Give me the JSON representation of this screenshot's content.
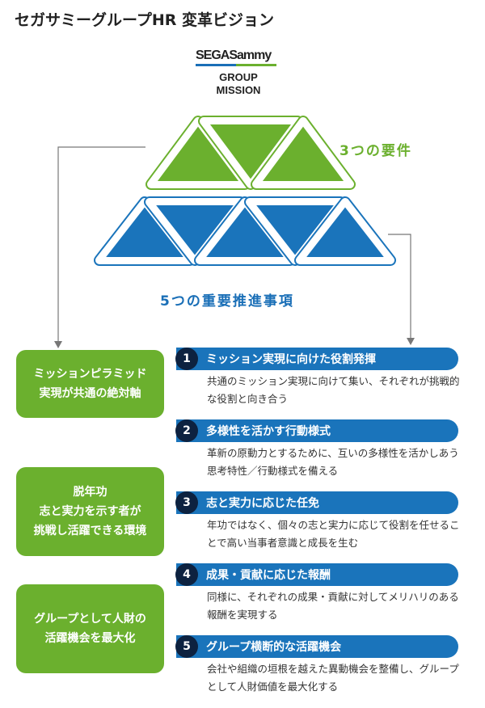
{
  "title": "セガサミーグループHR 変革ビジョン",
  "logo": {
    "brand": "SEGASammy",
    "subtitle_1": "GROUP",
    "subtitle_2": "MISSION"
  },
  "labels": {
    "three": "3つの要件",
    "five": "5つの重要推進事項"
  },
  "colors": {
    "green": "#6bb02e",
    "blue": "#1a74bb",
    "navy": "#0d2240"
  },
  "requirements": [
    {
      "text": "ミッションピラミッド\n実現が共通の絶対軸"
    },
    {
      "text": "脱年功\n志と実力を示す者が\n挑戦し活躍できる環境"
    },
    {
      "text": "グループとして人財の\n活躍機会を最大化"
    }
  ],
  "items": [
    {
      "num": "1",
      "title": "ミッション実現に向けた役割発揮",
      "desc": "共通のミッション実現に向けて集い、それぞれが挑戦的な役割と向き合う"
    },
    {
      "num": "2",
      "title": "多様性を活かす行動様式",
      "desc": "革新の原動力とするために、互いの多様性を活かしあう思考特性／行動様式を備える"
    },
    {
      "num": "3",
      "title": "志と実力に応じた任免",
      "desc": "年功ではなく、個々の志と実力に応じて役割を任せることで高い当事者意識と成長を生む"
    },
    {
      "num": "4",
      "title": "成果・貢献に応じた報酬",
      "desc": "同様に、それぞれの成果・貢献に対してメリハリのある報酬を実現する"
    },
    {
      "num": "5",
      "title": "グループ横断的な活躍機会",
      "desc": "会社や組織の垣根を越えた異動機会を整備し、グループとして人財価値を最大化する"
    }
  ]
}
